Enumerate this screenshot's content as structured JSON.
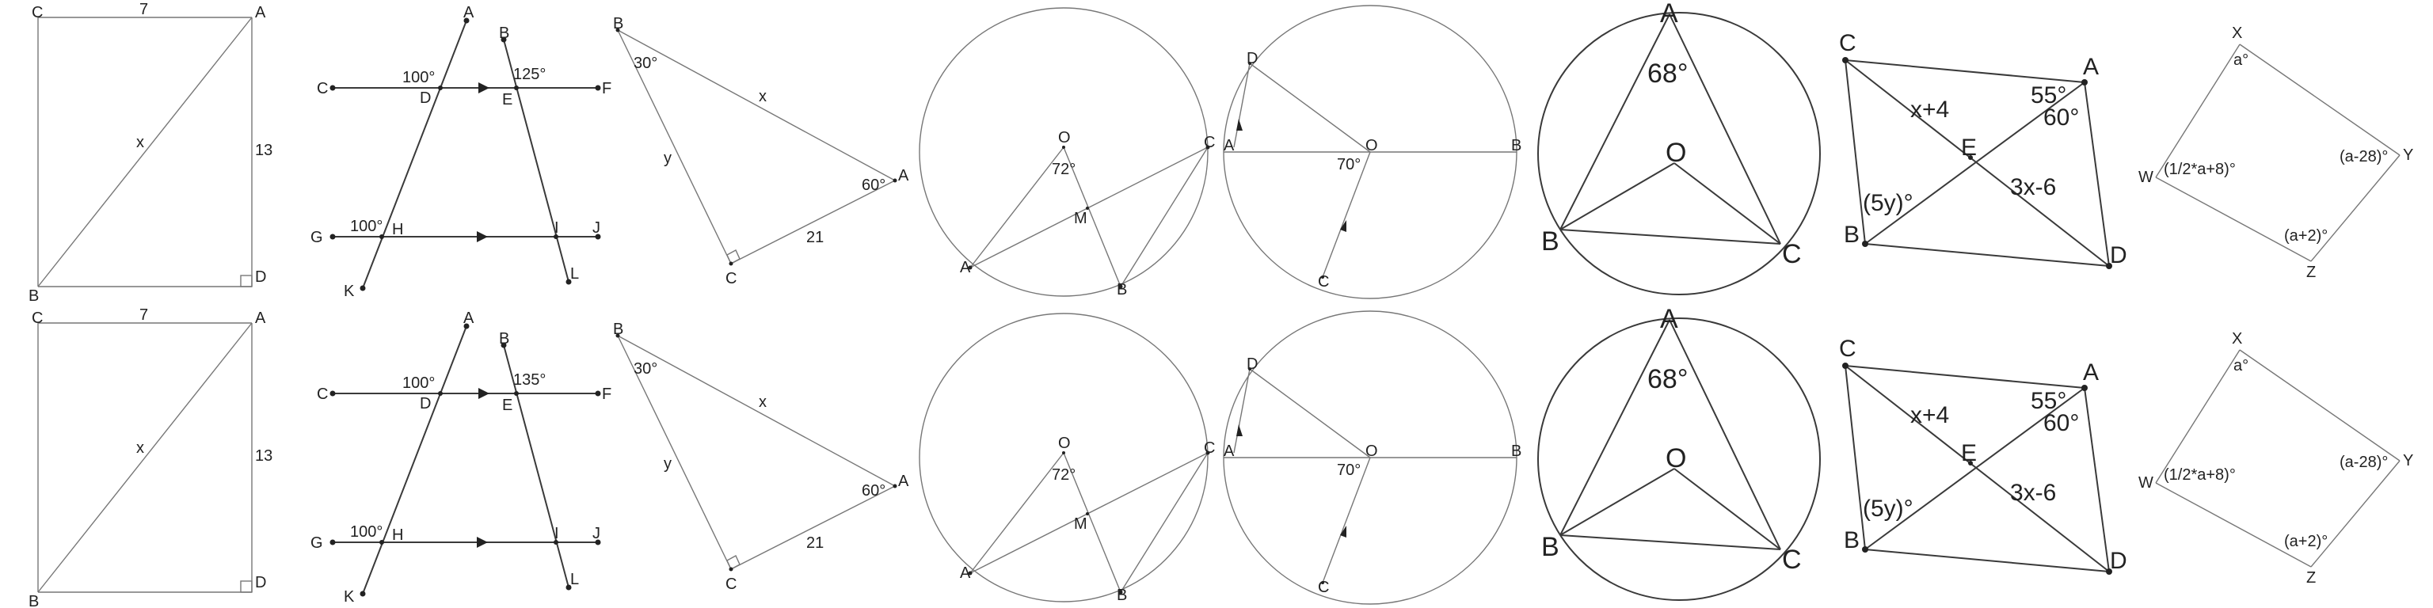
{
  "rows": [
    {
      "rect": {
        "c": "C",
        "a": "A",
        "b": "B",
        "d": "D",
        "top": "7",
        "side": "13",
        "diag": "x"
      },
      "parallel": {
        "a": "A",
        "b": "B",
        "c": "C",
        "d": "D",
        "e": "E",
        "f": "F",
        "g": "G",
        "h": "H",
        "i": "I",
        "j": "J",
        "k": "K",
        "l": "L",
        "ang1": "100°",
        "ang2": "125°",
        "ang3": "100°"
      },
      "triangle": {
        "b": "B",
        "a": "A",
        "c": "C",
        "angB": "30°",
        "angA": "60°",
        "x": "x",
        "y": "y",
        "side": "21"
      },
      "circle1": {
        "o": "O",
        "c": "C",
        "a": "A",
        "b": "B",
        "m": "M",
        "ang": "72°"
      },
      "circle2": {
        "d": "D",
        "a": "A",
        "o": "O",
        "b": "B",
        "c": "C",
        "ang": "70°"
      },
      "circle3": {
        "a": "A",
        "o": "O",
        "b": "B",
        "c": "C",
        "ang": "68°"
      },
      "quad": {
        "c": "C",
        "a": "A",
        "e": "E",
        "b": "B",
        "d": "D",
        "ang1": "55°",
        "ang2": "60°",
        "seg1": "x+4",
        "seg2": "3x-6",
        "ang3": "(5y)°"
      },
      "rhombus": {
        "x": "X",
        "y": "Y",
        "z": "Z",
        "w": "W",
        "angX": "a°",
        "angW": "(1/2*a+8)°",
        "angY": "(a-28)°",
        "angZ": "(a+2)°"
      }
    },
    {
      "rect": {
        "c": "C",
        "a": "A",
        "b": "B",
        "d": "D",
        "top": "7",
        "side": "13",
        "diag": "x"
      },
      "parallel": {
        "a": "A",
        "b": "B",
        "c": "C",
        "d": "D",
        "e": "E",
        "f": "F",
        "g": "G",
        "h": "H",
        "i": "I",
        "j": "J",
        "k": "K",
        "l": "L",
        "ang1": "100°",
        "ang2": "135°",
        "ang3": "100°"
      },
      "triangle": {
        "b": "B",
        "a": "A",
        "c": "C",
        "angB": "30°",
        "angA": "60°",
        "x": "x",
        "y": "y",
        "side": "21"
      },
      "circle1": {
        "o": "O",
        "c": "C",
        "a": "A",
        "b": "B",
        "m": "M",
        "ang": "72°"
      },
      "circle2": {
        "d": "D",
        "a": "A",
        "o": "O",
        "b": "B",
        "c": "C",
        "ang": "70°"
      },
      "circle3": {
        "a": "A",
        "o": "O",
        "b": "B",
        "c": "C",
        "ang": "68°"
      },
      "quad": {
        "c": "C",
        "a": "A",
        "e": "E",
        "b": "B",
        "d": "D",
        "ang1": "55°",
        "ang2": "60°",
        "seg1": "x+4",
        "seg2": "3x-6",
        "ang3": "(5y)°"
      },
      "rhombus": {
        "x": "X",
        "y": "Y",
        "z": "Z",
        "w": "W",
        "angX": "a°",
        "angW": "(1/2*a+8)°",
        "angY": "(a-28)°",
        "angZ": "(a+2)°"
      }
    }
  ]
}
